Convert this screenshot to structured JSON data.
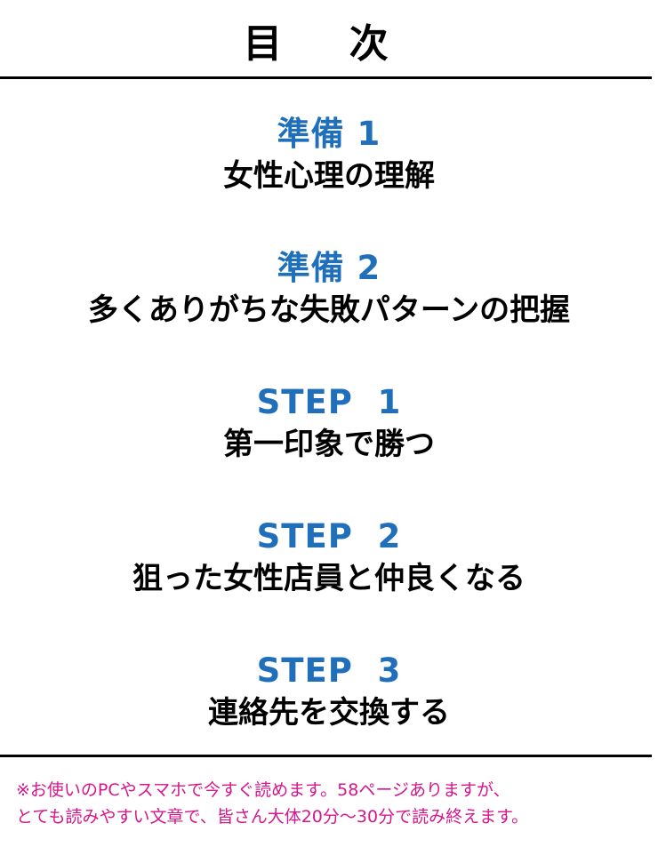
{
  "title": "目 次",
  "entries": [
    {
      "heading": "準備 1",
      "subtitle": "女性心理の理解"
    },
    {
      "heading": "準備 2",
      "subtitle": "多くありがちな失敗パターンの把握"
    },
    {
      "heading": "STEP  1",
      "subtitle": "第一印象で勝つ"
    },
    {
      "heading": "STEP  2",
      "subtitle": "狙った女性店員と仲良くなる"
    },
    {
      "heading": "STEP  3",
      "subtitle": "連絡先を交換する"
    }
  ],
  "note": {
    "line1": "※お使いのPCやスマホで今すぐ読めます。58ページありますが、",
    "line2": "とても読みやすい文章で、皆さん大体20分～30分で読み終えます。"
  },
  "colors": {
    "heading": "#1f6fba",
    "note": "#d6168c",
    "text": "#000000"
  }
}
